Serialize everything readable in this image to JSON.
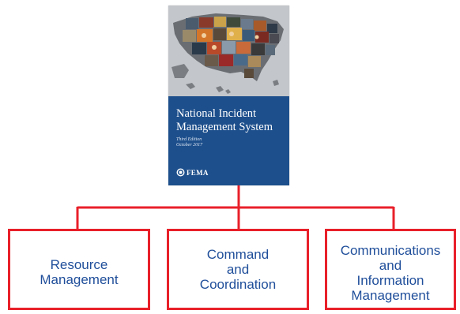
{
  "cover": {
    "title": "National Incident Management System",
    "edition": "Third Edition",
    "date": "October 2017",
    "publisher": "FEMA",
    "panel_color": "#1d4f8c"
  },
  "components": [
    {
      "label": "Resource\nManagement"
    },
    {
      "label": "Command\nand\nCoordination"
    },
    {
      "label": "Communications\nand\nInformation\nManagement"
    }
  ],
  "colors": {
    "connector": "#e8202a",
    "box_text": "#1f4e9a"
  }
}
